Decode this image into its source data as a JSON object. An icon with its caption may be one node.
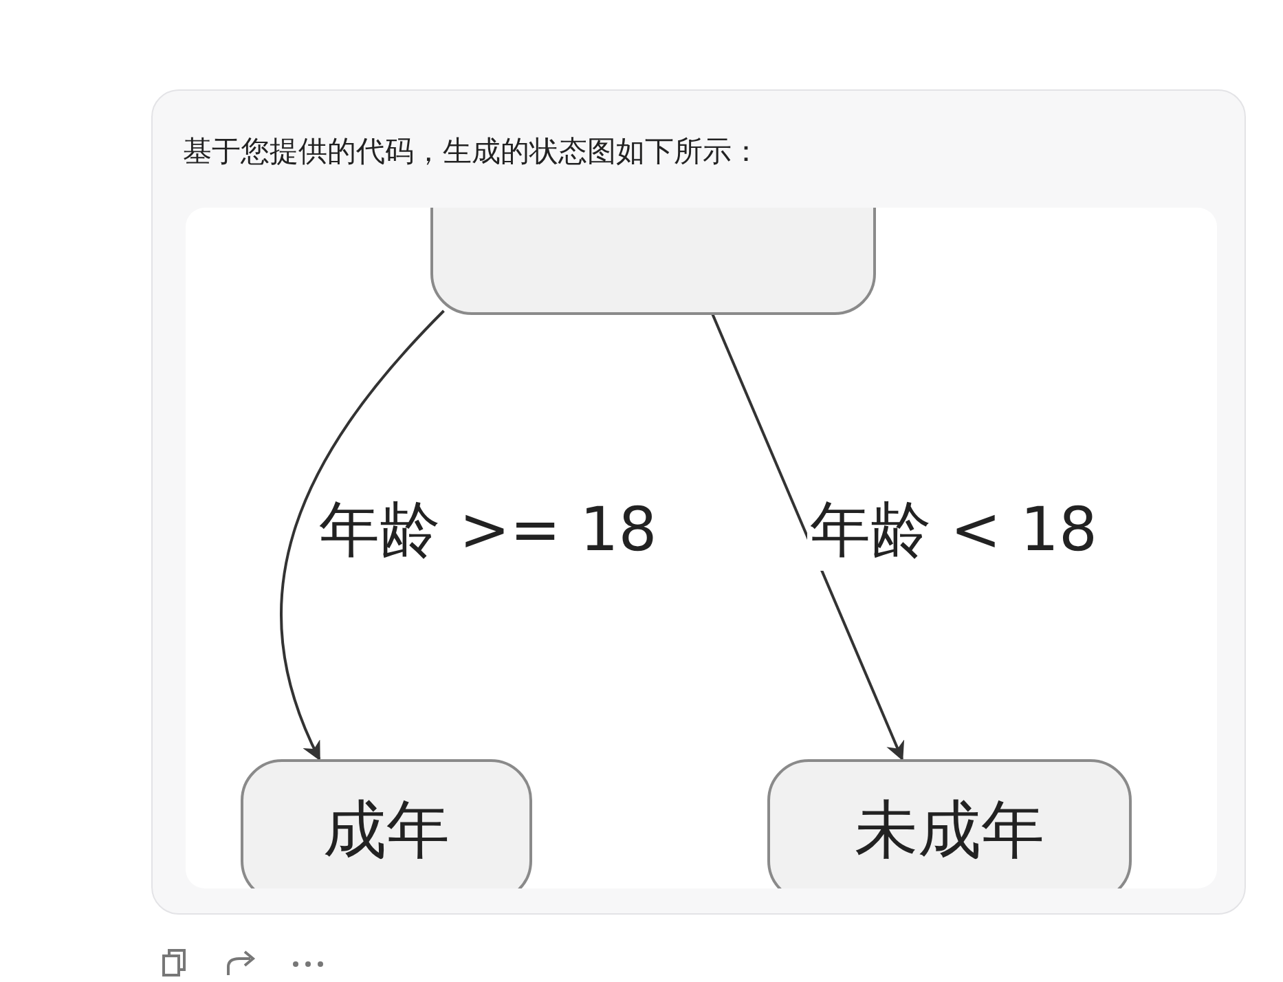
{
  "diagram": {
    "nodes": [
      {
        "text": [],
        "shape": "box"
      },
      {
        "text": [
          "成年"
        ]
      },
      {
        "text": [
          "未成年"
        ]
      }
    ],
    "edges": [
      {
        "from": 0,
        "to": 1,
        "arrow": "to",
        "label": "年龄 >= 18"
      },
      {
        "from": 0,
        "to": 2,
        "arrow": "to",
        "label": "年龄 < 18"
      }
    ],
    "labels": [
      "基于您提供的代码，生成的状态图如下所示："
    ]
  }
}
